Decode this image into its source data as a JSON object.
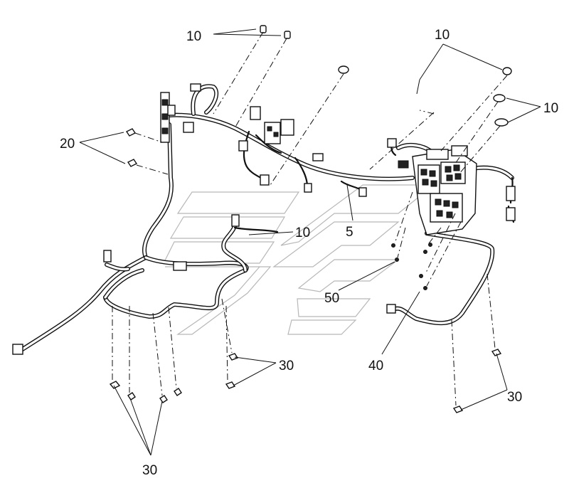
{
  "diagram": {
    "callouts": {
      "c10_top": "10",
      "c10_right_top": "10",
      "c10_right": "10",
      "c10_center": "10",
      "c5": "5",
      "c20": "20",
      "c50": "50",
      "c40": "40",
      "c30_mid": "30",
      "c30_right": "30",
      "c30_bottom": "30"
    }
  }
}
